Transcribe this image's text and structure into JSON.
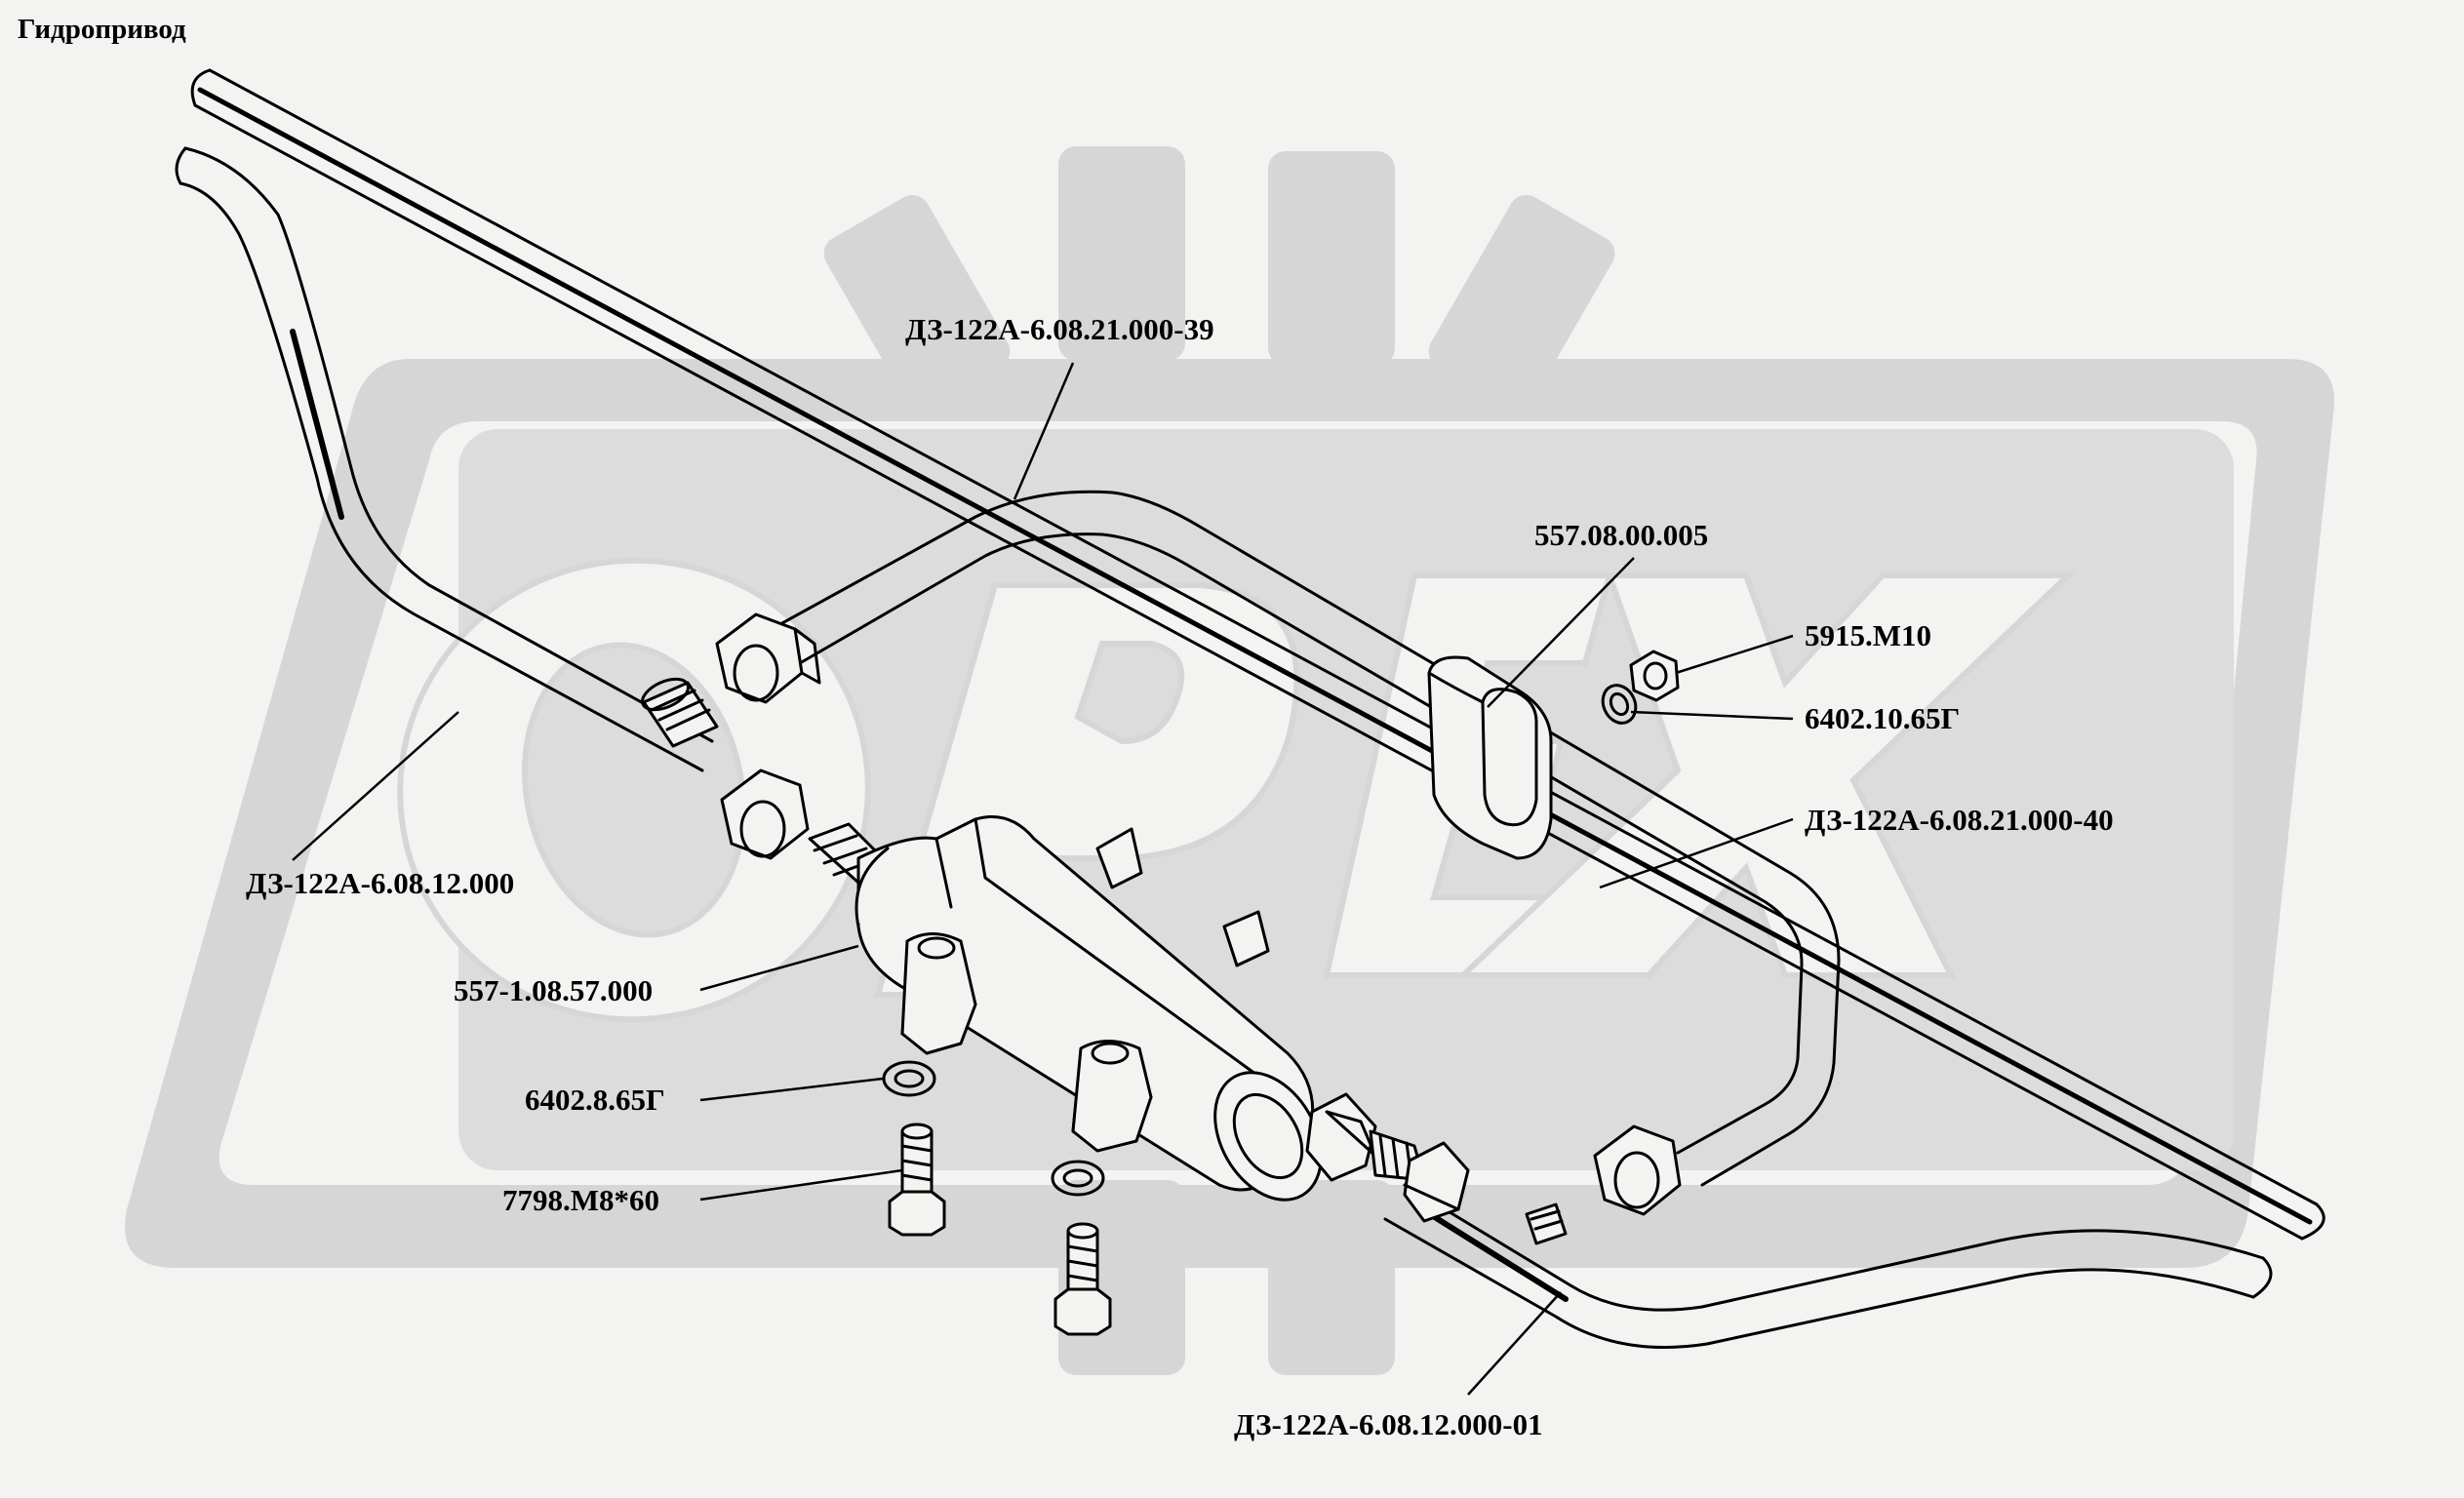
{
  "title": "Гидропривод",
  "watermark": "ОРЕХ",
  "colors": {
    "background": "#f3f3f1",
    "watermark": "#d6d6d6",
    "line": "#000000"
  },
  "callouts": [
    {
      "id": "pipe-39",
      "text": "ДЗ-122А-6.08.21.000-39"
    },
    {
      "id": "bracket",
      "text": "557.08.00.005"
    },
    {
      "id": "nut",
      "text": "5915.М10"
    },
    {
      "id": "washer-10",
      "text": "6402.10.65Г"
    },
    {
      "id": "pipe-40",
      "text": "ДЗ-122А-6.08.21.000-40"
    },
    {
      "id": "pipe-left",
      "text": "ДЗ-122А-6.08.12.000"
    },
    {
      "id": "cylinder",
      "text": "557-1.08.57.000"
    },
    {
      "id": "washer-8",
      "text": "6402.8.65Г"
    },
    {
      "id": "bolt",
      "text": "7798.М8*60"
    },
    {
      "id": "pipe-01",
      "text": "ДЗ-122А-6.08.12.000-01"
    }
  ]
}
